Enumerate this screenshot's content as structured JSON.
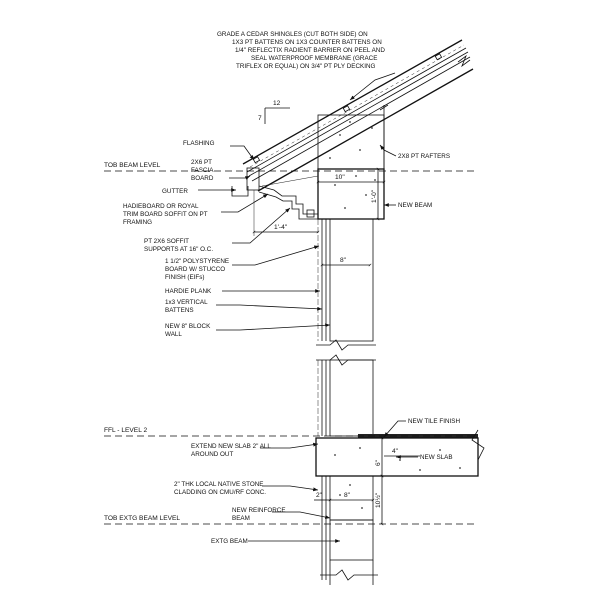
{
  "notes": {
    "shingles": [
      "GRADE A CEDAR SHINGLES (CUT BOTH SIDE) ON",
      "1X3 PT BATTENS ON 1X3 COUNTER BATTENS ON",
      "1/4\" REFLECTIX RADIENT BARRIER ON PEEL AND",
      "SEAL WATERPROOF MEMBRANE (GRACE",
      "TRIFLEX OR EQUAL) ON 3/4\" PT PLY DECKING"
    ],
    "flashing": "FLASHING",
    "fascia": [
      "2X6 PT",
      "FASCIA",
      "BOARD"
    ],
    "gutter": "GUTTER",
    "soffit_board": [
      "HADIEBOARD OR ROYAL",
      "TRIM BOARD SOFFIT ON PT",
      "FRAMING"
    ],
    "soffit_supports": [
      "PT 2X6 SOFFIT",
      "SUPPORTS AT 16\" O.C."
    ],
    "polystyrene": [
      "1 1/2\" POLYSTYRENE",
      "BOARD W/ STUCCO",
      "FINISH (EIFs)"
    ],
    "hardie": "HARDIE PLANK",
    "battens": [
      "1x3 VERTICAL",
      "BATTENS"
    ],
    "block_wall": [
      "NEW 8\" BLOCK",
      "WALL"
    ],
    "rafters": "2X8 PT RAFTERS",
    "new_beam": "NEW BEAM",
    "tile_finish": "NEW TILE FINISH",
    "extend_slab": [
      "EXTEND NEW SLAB 2\" ALL",
      "AROUND OUT"
    ],
    "new_slab": "NEW SLAB",
    "stone": [
      "2\" THK LOCAL NATIVE STONE",
      "CLADDING ON CMU/RF CONC."
    ],
    "reinforce_beam": [
      "NEW REINFORCE",
      "BEAM"
    ],
    "extg_beam": "EXTG BEAM"
  },
  "levels": {
    "tob_beam": "TOB BEAM LEVEL",
    "ffl": "FFL - LEVEL 2",
    "tob_extg": "TOB EXTG BEAM LEVEL"
  },
  "dimensions": {
    "pitch_run": "12",
    "pitch_rise": "7",
    "beam_width": "10\"",
    "beam_height": "1'-0\"",
    "overhang": "1'-4\"",
    "wall_width": "8\"",
    "slab_thickness": "6\"",
    "slab_edge": "4\"",
    "stone_thickness": "2\"",
    "lower_wall_width": "8\"",
    "reinforce_height": "10½\""
  }
}
